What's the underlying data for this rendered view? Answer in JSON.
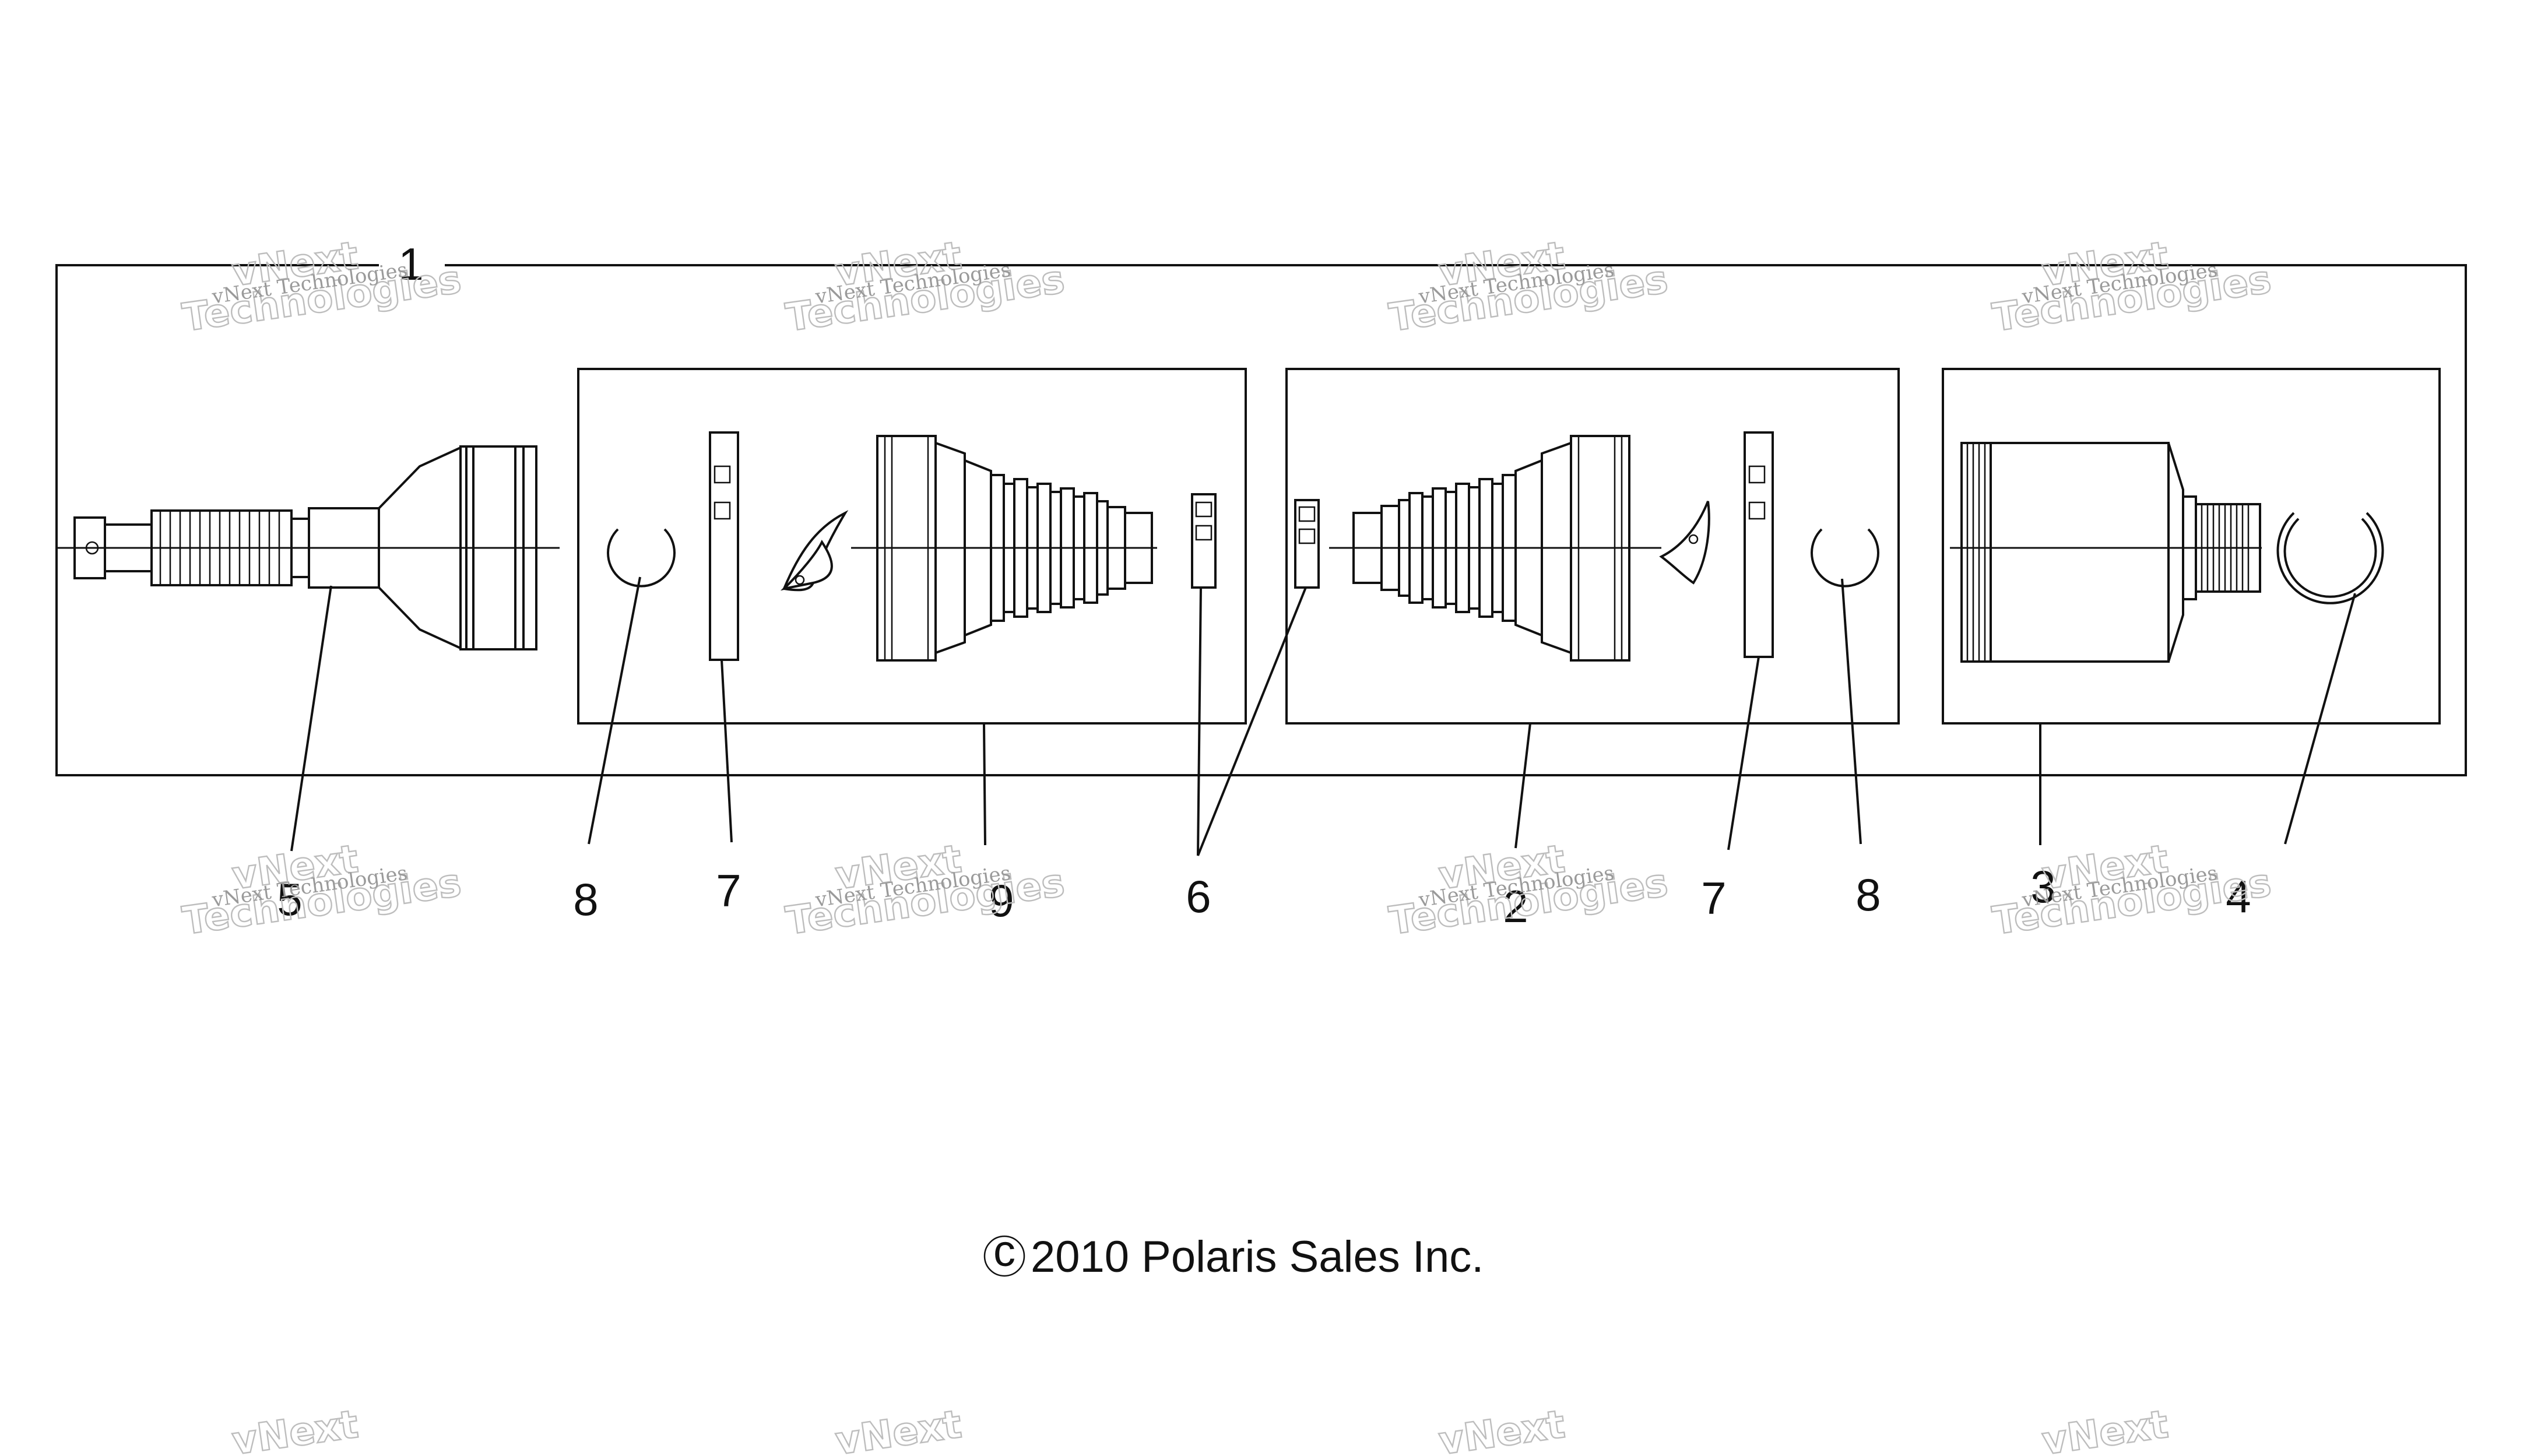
{
  "diagram": {
    "callouts": {
      "c1": "1",
      "c2": "2",
      "c3": "3",
      "c4": "4",
      "c5": "5",
      "c6": "6",
      "c7a": "7",
      "c7b": "7",
      "c8a": "8",
      "c8b": "8",
      "c9": "9"
    },
    "copyright": {
      "symbol": "c",
      "text": "2010 Polaris Sales Inc."
    }
  },
  "watermark": {
    "line1": "vNext Technologies",
    "line2": "vNext",
    "line3": "Technologies"
  }
}
